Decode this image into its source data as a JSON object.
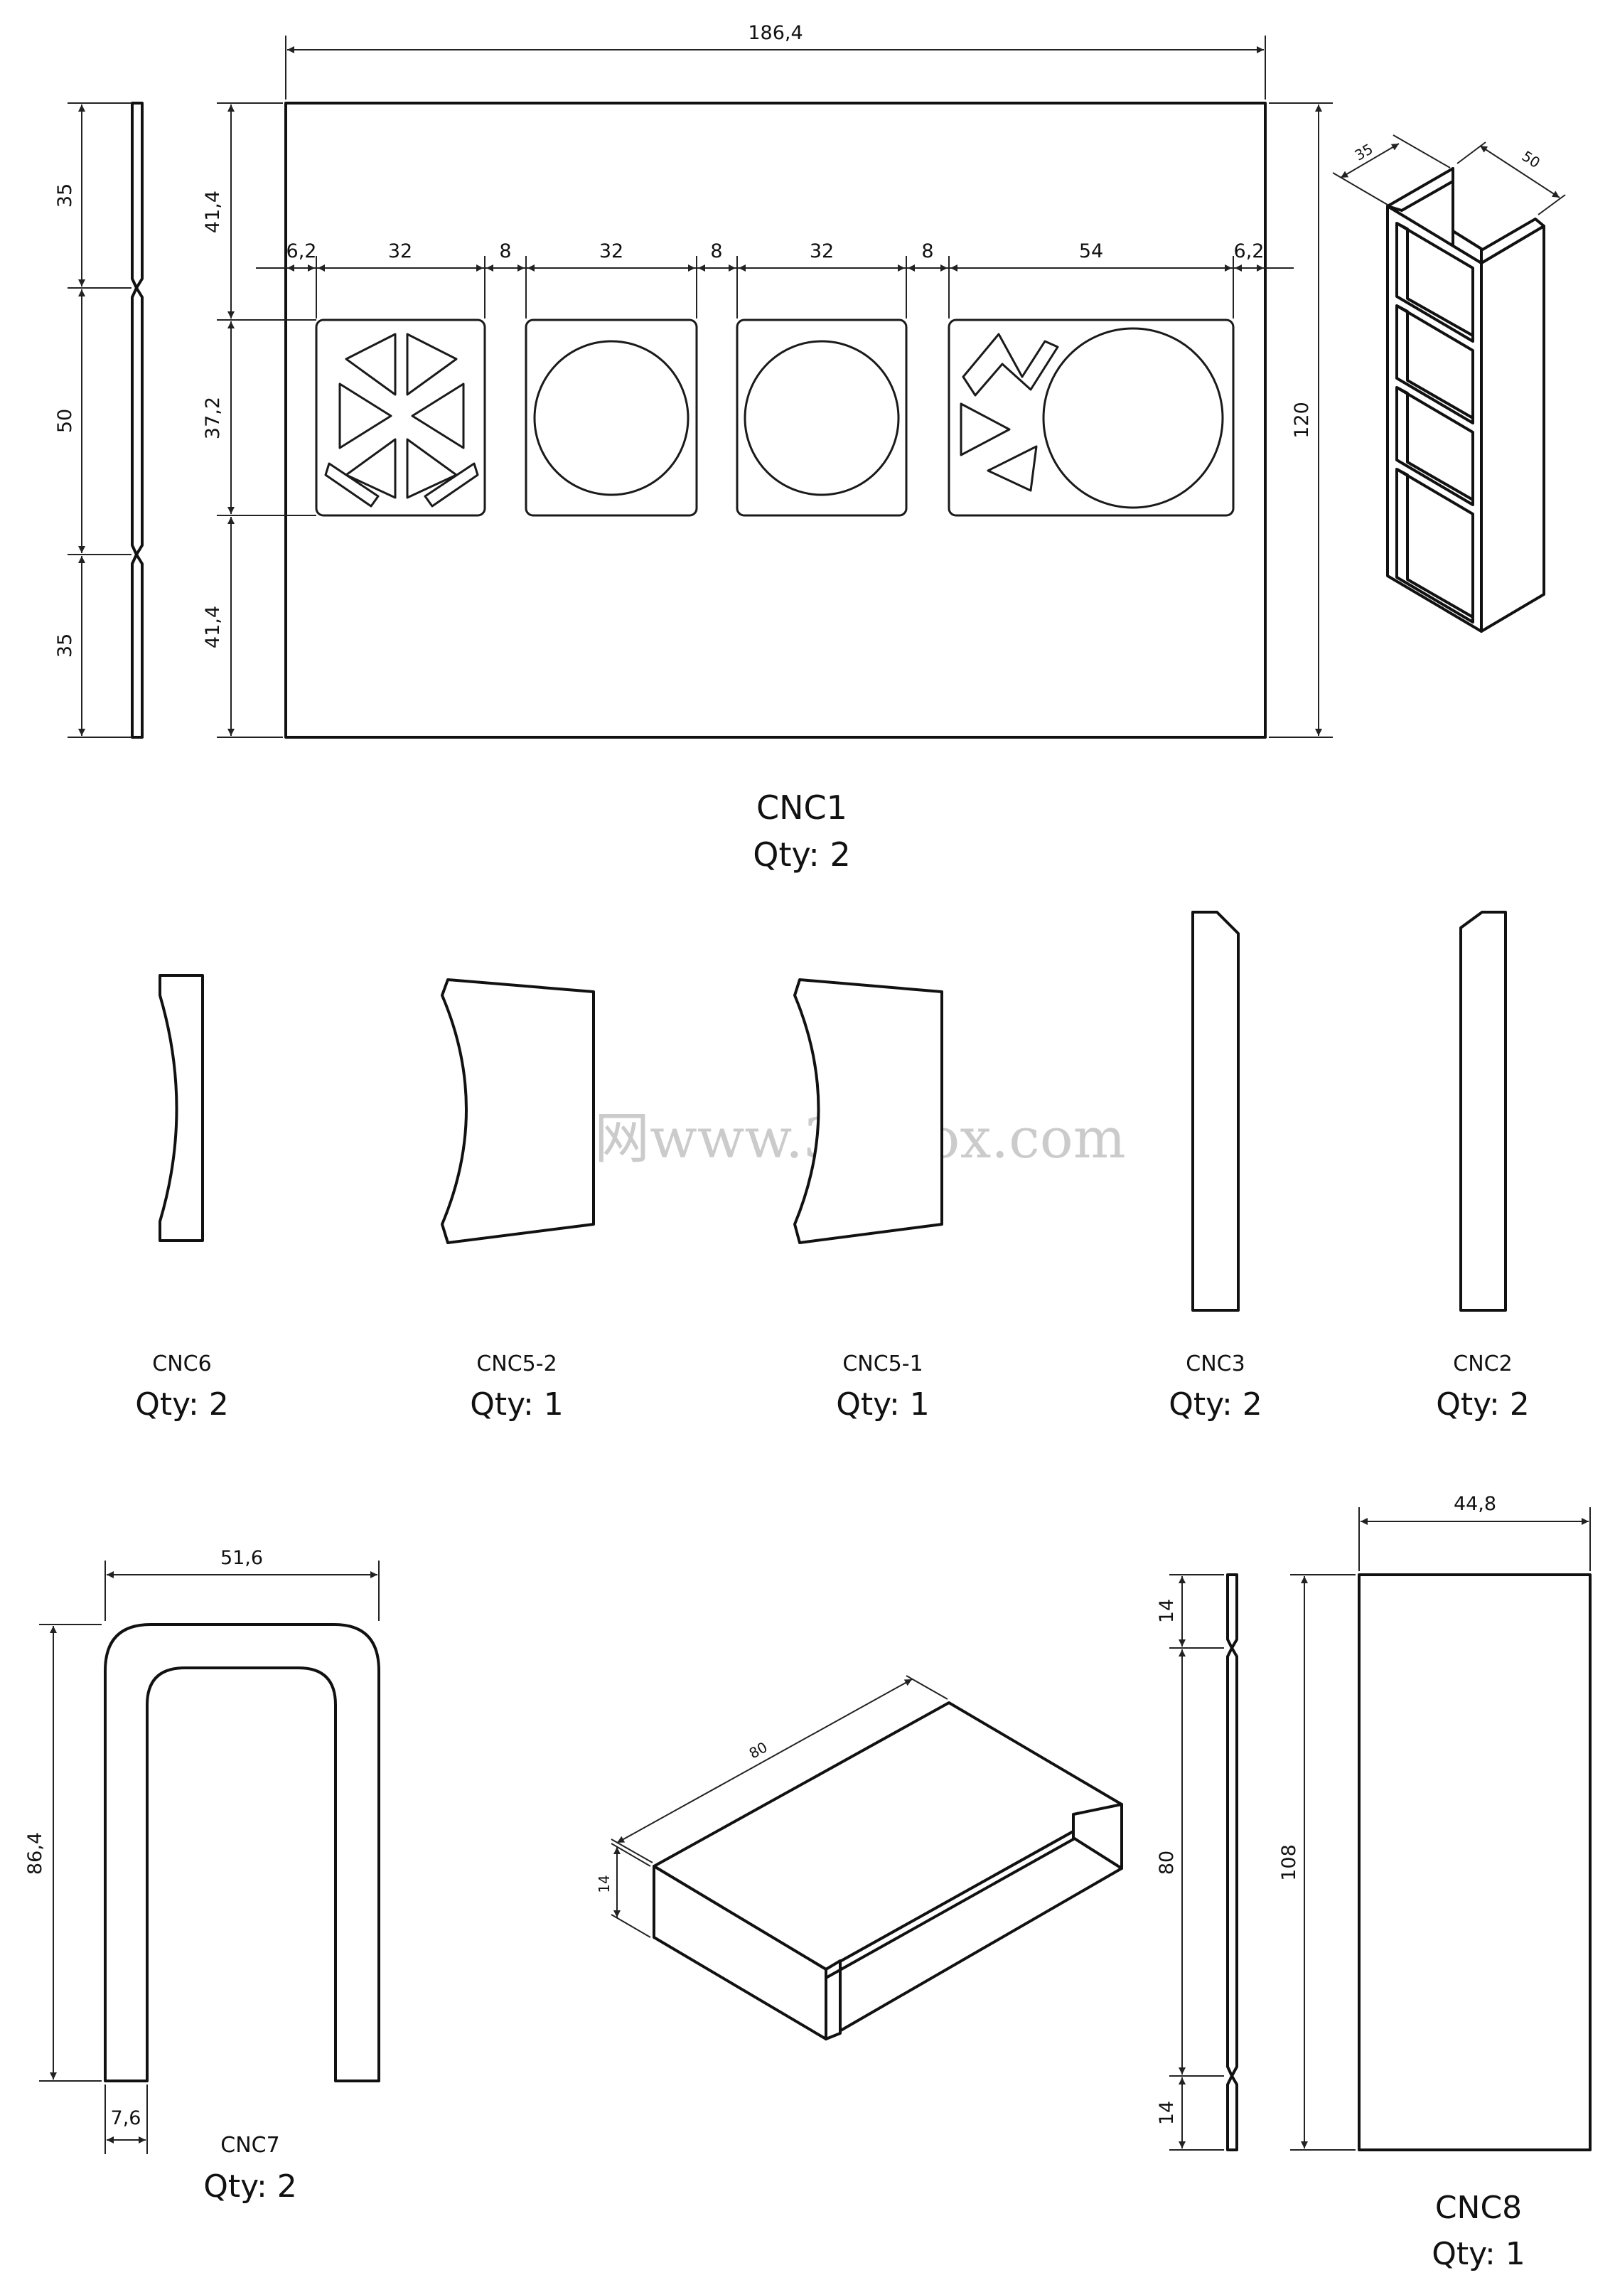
{
  "dims": {
    "cnc1_width": "186,4",
    "cnc1_height": "120",
    "cnc1_top": "41,4",
    "cnc1_mid": "37,2",
    "cnc1_bot": "41,4",
    "margin_left": "6,2",
    "margin_right": "6,2",
    "w32a": "32",
    "w32b": "32",
    "w32c": "32",
    "w54": "54",
    "gap1": "8",
    "gap2": "8",
    "gap3": "8",
    "side_top": "35",
    "side_mid": "50",
    "side_bot": "35",
    "iso_depth": "35",
    "iso_width": "50",
    "cnc7_width": "51,6",
    "cnc7_height": "86,4",
    "cnc7_thick": "7,6",
    "iso2_length": "80",
    "iso2_height": "14",
    "cnc8_width": "44,8",
    "cnc8_height": "108",
    "cnc8_top": "14",
    "cnc8_mid": "80",
    "cnc8_bot": "14"
  },
  "parts": {
    "cnc1": {
      "label": "CNC1",
      "qty": "Qty: 2"
    },
    "cnc6": {
      "label": "CNC6",
      "qty": "Qty: 2"
    },
    "cnc5_2": {
      "label": "CNC5-2",
      "qty": "Qty: 1"
    },
    "cnc5_1": {
      "label": "CNC5-1",
      "qty": "Qty: 1"
    },
    "cnc3": {
      "label": "CNC3",
      "qty": "Qty: 2"
    },
    "cnc2": {
      "label": "CNC2",
      "qty": "Qty: 2"
    },
    "cnc7": {
      "label": "CNC7",
      "qty": "Qty: 2"
    },
    "cnc8": {
      "label": "CNC8",
      "qty": "Qty: 1"
    }
  },
  "watermark": "莫西网www.3dmox.com"
}
